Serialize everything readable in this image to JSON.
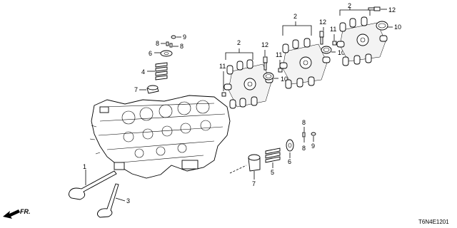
{
  "callouts": {
    "valve_in": "1",
    "rocker_arm_a": "2",
    "rocker_arm_b": "2",
    "rocker_arm_c": "2",
    "valve_ex": "3",
    "spring_in": "4",
    "spring_ex": "5",
    "retainer_in": "6",
    "retainer_ex": "6",
    "seal_in": "7",
    "seal_ex": "7",
    "cotter_in_a": "8",
    "cotter_in_b": "8",
    "cotter_ex_a": "8",
    "cotter_ex_b": "8",
    "cap_in": "9",
    "cap_ex": "9",
    "oring_a": "10",
    "oring_b": "10",
    "oring_c": "10",
    "pin_a": "11",
    "pin_b": "11",
    "pin_c": "11",
    "bolt_a": "12",
    "bolt_b": "12",
    "bolt_c": "12"
  },
  "direction_label": "FR.",
  "diagram_code": "T6N4E1201"
}
